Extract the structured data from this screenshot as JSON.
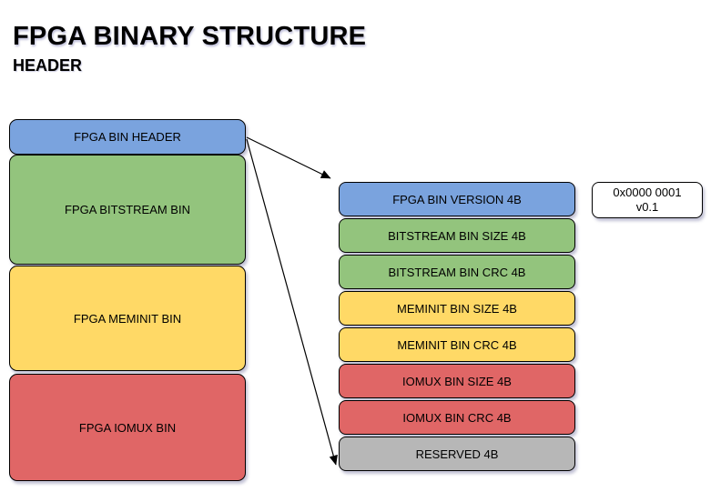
{
  "title": "FPGA BINARY STRUCTURE",
  "subtitle": "HEADER",
  "colors": {
    "blue": "#7AA3DE",
    "green": "#93C47D",
    "yellow": "#FFD966",
    "red": "#E06666",
    "gray": "#B7B7B7",
    "box_background": "#FFFFFF",
    "border": "#000000"
  },
  "left_stack": {
    "blocks": [
      {
        "label": "FPGA BIN HEADER",
        "color": "blue"
      },
      {
        "label": "FPGA BITSTREAM BIN",
        "color": "green"
      },
      {
        "label": "FPGA MEMINIT BIN",
        "color": "yellow"
      },
      {
        "label": "FPGA IOMUX BIN",
        "color": "red"
      }
    ]
  },
  "right_stack": {
    "blocks": [
      {
        "label": "FPGA BIN VERSION 4B",
        "color": "blue"
      },
      {
        "label": "BITSTREAM BIN SIZE 4B",
        "color": "green"
      },
      {
        "label": "BITSTREAM BIN CRC 4B",
        "color": "green"
      },
      {
        "label": "MEMINIT BIN SIZE 4B",
        "color": "yellow"
      },
      {
        "label": "MEMINIT BIN CRC 4B",
        "color": "yellow"
      },
      {
        "label": "IOMUX BIN SIZE 4B",
        "color": "red"
      },
      {
        "label": "IOMUX BIN CRC 4B",
        "color": "red"
      },
      {
        "label": "RESERVED 4B",
        "color": "gray"
      }
    ]
  },
  "version_box": {
    "line1": "0x0000 0001",
    "line2": "v0.1"
  }
}
